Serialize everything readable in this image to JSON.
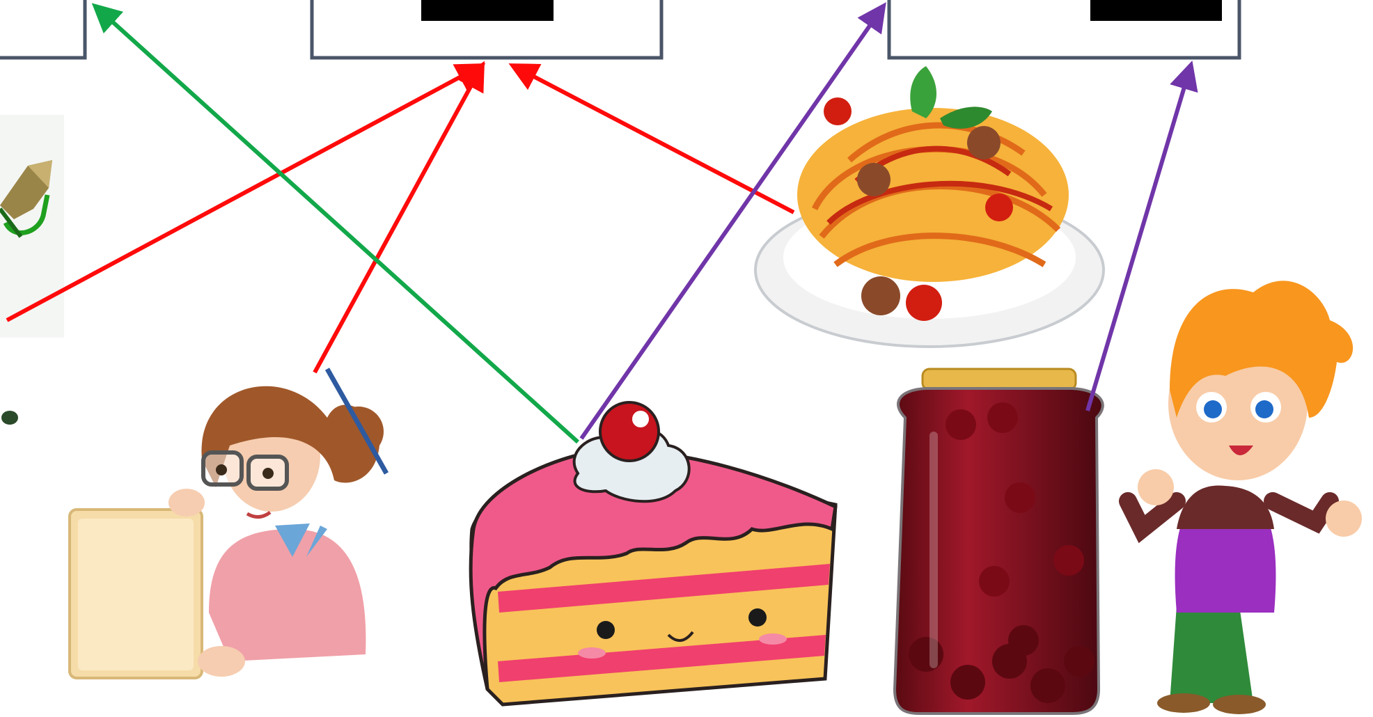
{
  "boxes": [
    {
      "id": "box-left",
      "label": ""
    },
    {
      "id": "box-center",
      "label": ""
    },
    {
      "id": "box-right",
      "label": ""
    }
  ],
  "pictures": [
    {
      "id": "partial-object",
      "icon": "green-handled-tool"
    },
    {
      "id": "teacher",
      "icon": "girl-with-glasses-holding-paper"
    },
    {
      "id": "cake",
      "icon": "pink-cake-slice-with-cherry"
    },
    {
      "id": "spaghetti",
      "icon": "plate-of-spaghetti"
    },
    {
      "id": "jam-jar",
      "icon": "jar-of-cherry-jam"
    },
    {
      "id": "boy",
      "icon": "red-haired-boy"
    }
  ],
  "colors": {
    "box_border": "#4a5568",
    "redaction": "#000000",
    "arrow_red": "#ff0a0a",
    "arrow_green": "#12a84a",
    "arrow_purple": "#7035a8"
  },
  "arrows": [
    {
      "from": "partial-object",
      "to": "box-center",
      "color": "red"
    },
    {
      "from": "teacher",
      "to": "box-center",
      "color": "red"
    },
    {
      "from": "spaghetti",
      "to": "box-center",
      "color": "red"
    },
    {
      "from": "cake",
      "to": "box-left",
      "color": "green"
    },
    {
      "from": "cake",
      "to": "box-right",
      "color": "purple"
    },
    {
      "from": "jam-jar",
      "to": "box-right",
      "color": "purple"
    }
  ]
}
